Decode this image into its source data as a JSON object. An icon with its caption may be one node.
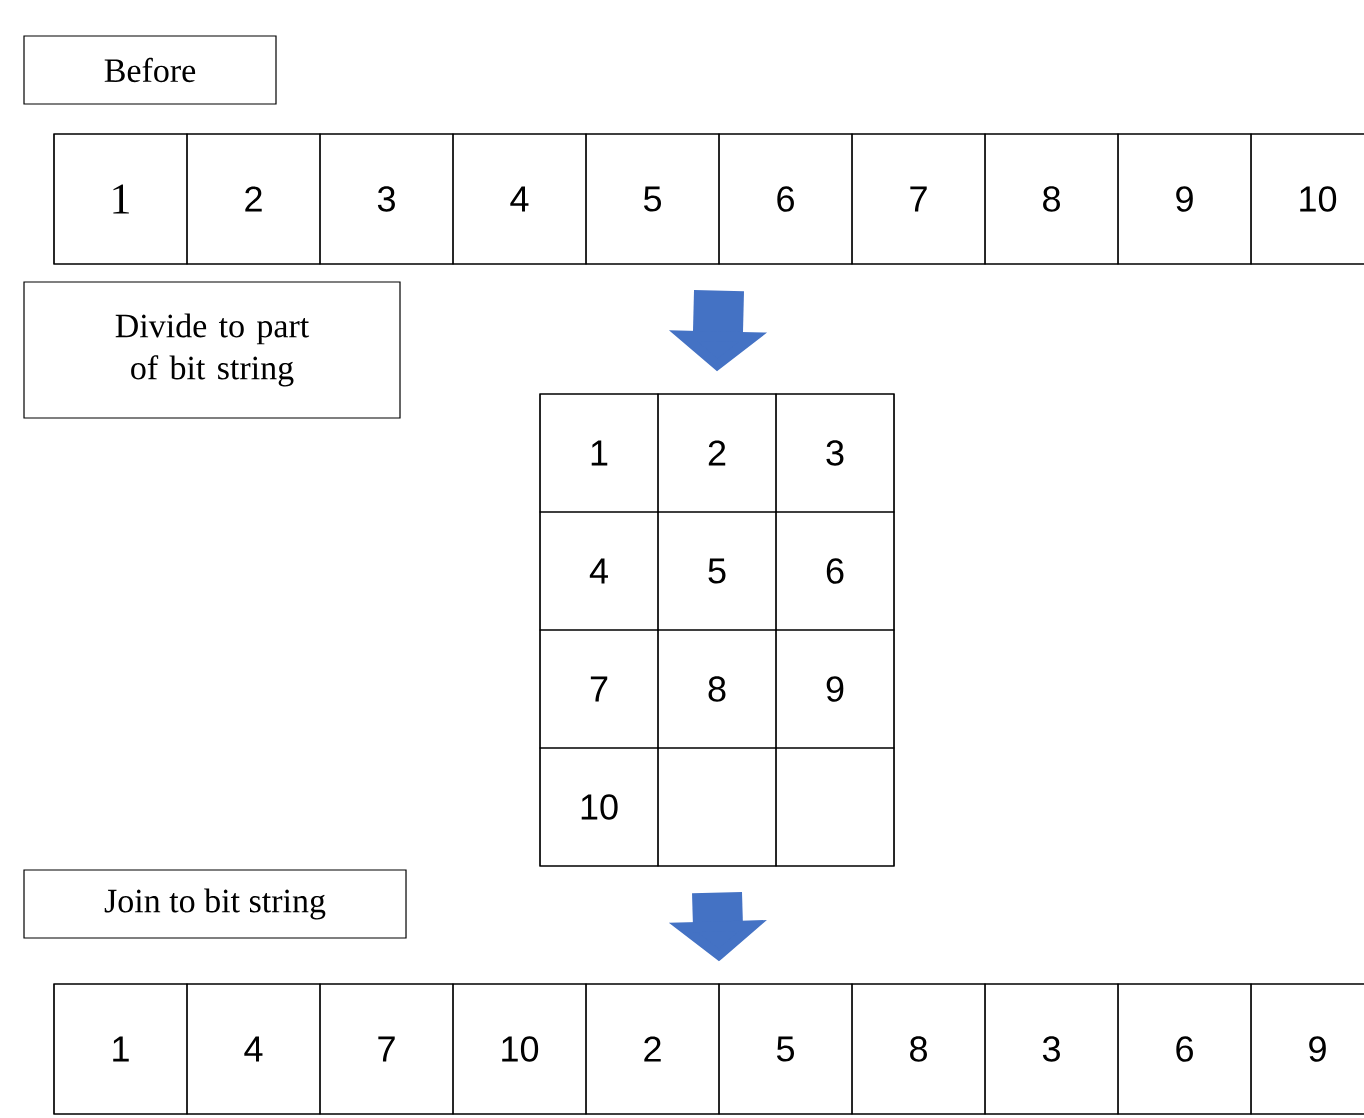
{
  "diagram": {
    "nodes": [
      {
        "text": [
          "Before"
        ]
      },
      {
        "text": [
          "1",
          "2",
          "3",
          "4",
          "5",
          "6",
          "7",
          "8",
          "9",
          "10"
        ]
      },
      {
        "text": [
          "Divide to part of bit string"
        ]
      },
      {
        "text": [
          "1",
          "2",
          "3",
          "4",
          "5",
          "6",
          "7",
          "8",
          "9",
          "10"
        ]
      },
      {
        "text": [
          "Join to bit string"
        ]
      },
      {
        "text": [
          "1",
          "4",
          "7",
          "10",
          "2",
          "5",
          "8",
          "3",
          "6",
          "9"
        ]
      }
    ],
    "edges": [
      {
        "from": 1,
        "to": 3,
        "arrow": "to",
        "color": "#4472c4"
      },
      {
        "from": 3,
        "to": 5,
        "arrow": "to",
        "color": "#4472c4"
      }
    ]
  }
}
